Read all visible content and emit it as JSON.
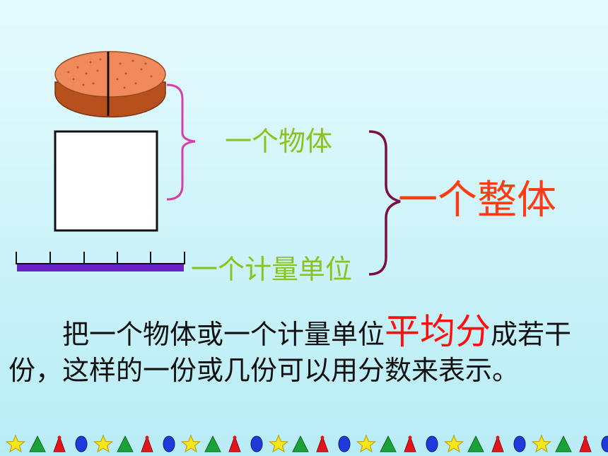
{
  "labels": {
    "object": "一个物体",
    "unit": "一个计量单位",
    "whole": "一个整体"
  },
  "paragraph": {
    "part1": "把一个物体或一个计量单位",
    "highlight": "平均分",
    "part2": "成若干份，这样的一份或几份可以用分数来表示。"
  },
  "colors": {
    "label_green": "#8cc21c",
    "whole_red": "#ff3b14",
    "highlight_red": "#ff1010",
    "small_brace": "#d63fa8",
    "big_brace": "#7a1040",
    "ruler": "#6a22c8",
    "biscuit": "#f08a5a"
  },
  "border_pattern": [
    "star-icon",
    "tree-icon",
    "cone-icon",
    "oval-icon"
  ]
}
